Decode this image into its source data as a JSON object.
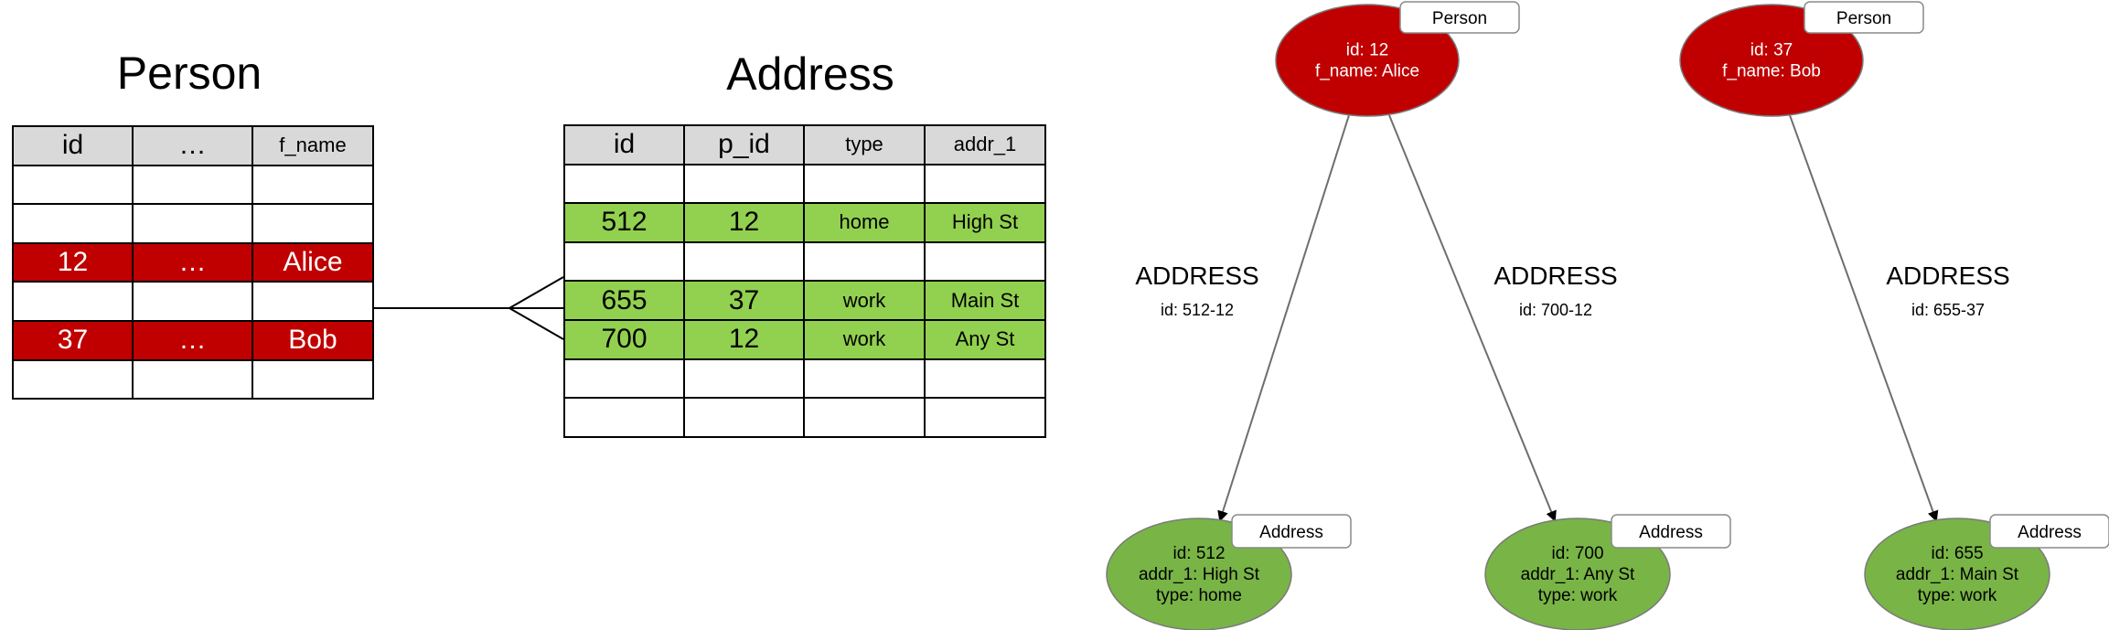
{
  "er": {
    "person": {
      "title": "Person",
      "columns": [
        "id",
        "…",
        "f_name"
      ],
      "rows": [
        {
          "cells": [
            "",
            "",
            ""
          ],
          "style": "blank"
        },
        {
          "cells": [
            "",
            "",
            ""
          ],
          "style": "blank"
        },
        {
          "cells": [
            "12",
            "…",
            "Alice"
          ],
          "style": "red"
        },
        {
          "cells": [
            "",
            "",
            ""
          ],
          "style": "blank"
        },
        {
          "cells": [
            "37",
            "…",
            "Bob"
          ],
          "style": "red"
        },
        {
          "cells": [
            "",
            "",
            ""
          ],
          "style": "blank"
        }
      ]
    },
    "address": {
      "title": "Address",
      "columns": [
        "id",
        "p_id",
        "type",
        "addr_1"
      ],
      "rows": [
        {
          "cells": [
            "",
            "",
            "",
            ""
          ],
          "style": "blank"
        },
        {
          "cells": [
            "512",
            "12",
            "home",
            "High St"
          ],
          "style": "green"
        },
        {
          "cells": [
            "",
            "",
            "",
            ""
          ],
          "style": "blank"
        },
        {
          "cells": [
            "655",
            "37",
            "work",
            "Main St"
          ],
          "style": "green"
        },
        {
          "cells": [
            "700",
            "12",
            "work",
            "Any St"
          ],
          "style": "green"
        },
        {
          "cells": [
            "",
            "",
            "",
            ""
          ],
          "style": "blank"
        },
        {
          "cells": [
            "",
            "",
            "",
            ""
          ],
          "style": "blank"
        }
      ]
    },
    "relationship": "one-to-many"
  },
  "graph": {
    "nodes": [
      {
        "id": "alice",
        "label": "Person",
        "lines": [
          "id: 12",
          "f_name: Alice"
        ],
        "kind": "person"
      },
      {
        "id": "bob",
        "label": "Person",
        "lines": [
          "id: 37",
          "f_name: Bob"
        ],
        "kind": "person"
      },
      {
        "id": "a512",
        "label": "Address",
        "lines": [
          "id: 512",
          "addr_1: High St",
          "type: home"
        ],
        "kind": "address"
      },
      {
        "id": "a700",
        "label": "Address",
        "lines": [
          "id: 700",
          "addr_1: Any St",
          "type: work"
        ],
        "kind": "address"
      },
      {
        "id": "a655",
        "label": "Address",
        "lines": [
          "id: 655",
          "addr_1: Main St",
          "type: work"
        ],
        "kind": "address"
      }
    ],
    "edges": [
      {
        "from": "alice",
        "to": "a512",
        "type": "ADDRESS",
        "id_text": "id: 512-12"
      },
      {
        "from": "alice",
        "to": "a700",
        "type": "ADDRESS",
        "id_text": "id: 700-12"
      },
      {
        "from": "bob",
        "to": "a655",
        "type": "ADDRESS",
        "id_text": "id: 655-37"
      }
    ]
  },
  "colors": {
    "person_fill": "#c00000",
    "address_fill": "#79b446",
    "row_red": "#c00000",
    "row_green": "#92d050",
    "header_fill": "#d9d9d9",
    "edge": "#6e6e6e"
  }
}
